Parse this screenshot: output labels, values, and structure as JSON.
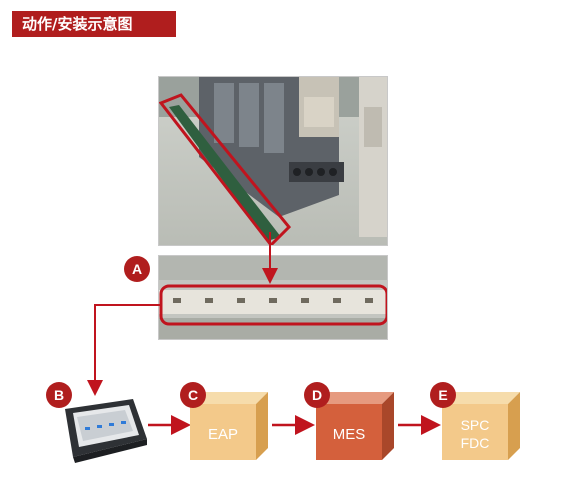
{
  "title": "动作/安装示意图",
  "colors": {
    "accent": "#b01e1e",
    "box_face": "#f3c98a",
    "box_mes_face": "#d4603c"
  },
  "nodes": [
    {
      "id": "A",
      "badge": "A",
      "label": "",
      "kind": "sensor-strip"
    },
    {
      "id": "B",
      "badge": "B",
      "label": "",
      "kind": "device"
    },
    {
      "id": "C",
      "badge": "C",
      "label": "EAP",
      "kind": "box"
    },
    {
      "id": "D",
      "badge": "D",
      "label": "MES",
      "kind": "box"
    },
    {
      "id": "E",
      "badge": "E",
      "label_line1": "SPC",
      "label_line2": "FDC",
      "kind": "box"
    }
  ],
  "edges": [
    {
      "from": "photo",
      "to": "A"
    },
    {
      "from": "A",
      "to": "B"
    },
    {
      "from": "B",
      "to": "C"
    },
    {
      "from": "C",
      "to": "D"
    },
    {
      "from": "D",
      "to": "E"
    }
  ]
}
